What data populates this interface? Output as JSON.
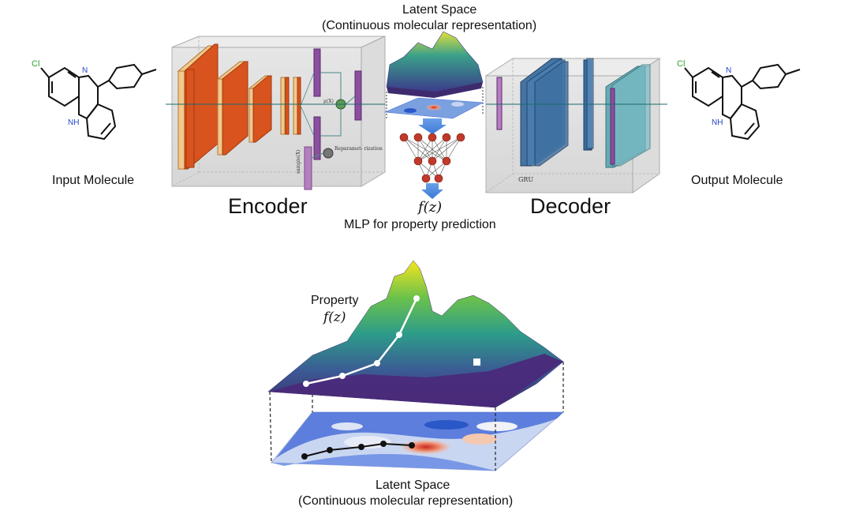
{
  "top": {
    "latent_title": "Latent Space",
    "latent_subtitle": "(Continuous molecular representation)",
    "input_label": "Input Molecule",
    "output_label": "Output Molecule",
    "encoder_label": "Encoder",
    "decoder_label": "Decoder",
    "fz": "f(z)",
    "mlp_label": "MLP for property prediction",
    "encoder_text": {
      "mu": "μ(X)",
      "reparam": "Reparamet-\nrization",
      "sample": "sample(X)",
      "gru": "GRU"
    }
  },
  "bottom": {
    "property_label": "Property",
    "property_fz": "f(z)",
    "latent_title": "Latent Space",
    "latent_subtitle": "(Continuous molecular representation)"
  },
  "molecule": {
    "cl": "Cl",
    "n": "N",
    "nh": "NH"
  },
  "colors": {
    "encoder_orange": "#d9531e",
    "encoder_cream": "#f2c98a",
    "purple": "#8a4f9e",
    "decoder_blue": "#3d6fa0",
    "teal": "#5aa5b0",
    "surface_top": "#f5e51e",
    "surface_mid": "#2d9c8a",
    "surface_low": "#3e2a6e",
    "contour_blue": "#4a6fd8",
    "contour_red": "#e04a3a"
  }
}
